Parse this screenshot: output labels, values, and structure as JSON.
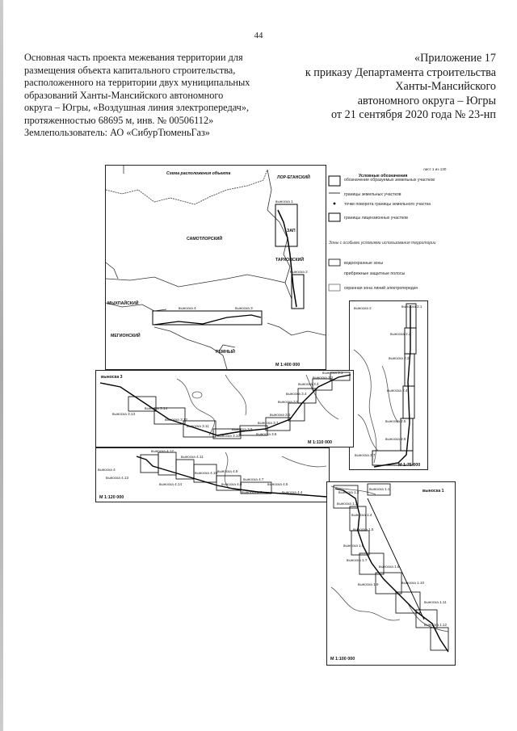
{
  "page_number": "44",
  "header_left": [
    "Основная часть проекта межевания территории для",
    "размещения объекта капитального строительства,",
    "расположенного на территории двух муниципальных",
    "образований Ханты-Мансийского автономного",
    "округа – Югры, «Воздушная линия электропередач»,",
    "протяженностью 68695 м, инв. № 00506112»",
    "Землепользователь: АО «СибурТюменьГаз»"
  ],
  "header_right": [
    "«Приложение 17",
    "к приказу Департамента строительства",
    "Ханты-Мансийского",
    "автономного округа – Югры",
    "от 21 сентября 2020 года № 23-нп"
  ],
  "map": {
    "sheet_label": "лист 1 из 130",
    "scheme_title": "Схема расположения объекта",
    "legend_title": "Условные обозначения",
    "legend_items": [
      "обозначение образуемых земельных участков",
      "границы земельных участков",
      "точки поворота границы земельного участка",
      "границы лицензионных участков"
    ],
    "zones_title": "Зоны с особыми условиями использования территории",
    "zone_items": [
      "водоохранные зоны",
      "прибрежные защитные полосы",
      "охранная зона линий электропередач"
    ],
    "place_names": [
      "ЛОР-ЕГАНСКИЙ",
      "САМОТЛОРСКИЙ",
      "ТАРХОВСКИЙ",
      "МЫХПАЙСКИЙ",
      "МЕГИОНСКИЙ",
      "РЕМНЫЙ",
      "ЗАП"
    ],
    "callouts_main": [
      "выноска 1",
      "выноска 2",
      "выноска 3",
      "выноска 4"
    ],
    "callouts_3": [
      "выноска 3",
      "выноска 3.14",
      "выноска 3.13",
      "выноска 3.12",
      "выноска 3.11",
      "выноска 3.10",
      "выноска 3.9",
      "выноска 3.8",
      "выноска 3.7",
      "выноска 3.6",
      "выноска 3.5",
      "выноска 3.4",
      "выноска 3.3",
      "выноска 3.2",
      "выноска 3.1"
    ],
    "callouts_4": [
      "выноска 4",
      "выноска 4.12",
      "выноска 4.13",
      "выноска 4.14",
      "выноска 4.11",
      "выноска 4.10",
      "выноска 4.9",
      "выноска 4.8",
      "выноска 4.7",
      "выноска 4.6",
      "выноска 4.5",
      "выноска 4.4"
    ],
    "callouts_2": [
      "выноска 2",
      "выноска 2.1",
      "выноска 2.2",
      "выноска 2.3",
      "выноска 2.4",
      "выноска 2.5",
      "выноска 2.6",
      "выноска 2.7"
    ],
    "callouts_1": [
      "выноска 1",
      "выноска 1.1",
      "выноска 1.2",
      "выноска 1.3",
      "выноска 1.4",
      "выноска 1.5",
      "выноска 1.6",
      "выноска 1.7",
      "выноска 1.8",
      "выноска 1.9",
      "выноска 1.10",
      "выноска 1.11",
      "выноска 1.12"
    ],
    "scales": {
      "main": "М 1:400 000",
      "panel3": "М 1:110 000",
      "panel4": "М 1:120 000",
      "panel2": "М 1:75 000",
      "panel1": "М 1:100 000"
    }
  }
}
